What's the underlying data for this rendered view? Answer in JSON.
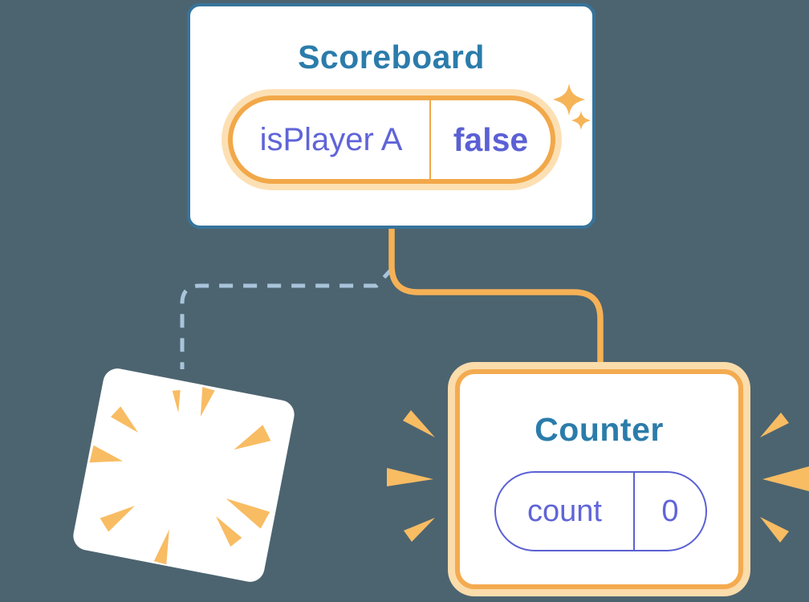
{
  "scoreboard": {
    "title": "Scoreboard",
    "state": {
      "key": "isPlayer A",
      "value": "false"
    }
  },
  "counter": {
    "title": "Counter",
    "state": {
      "key": "count",
      "value": "0"
    }
  },
  "icons": [
    "sparkle-icon",
    "explosion-burst-icon",
    "emphasis-burst-left-icon",
    "emphasis-burst-right-icon"
  ],
  "connections": {
    "active": "scoreboard-to-counter-solid-orange",
    "removed": "scoreboard-to-destroyed-dashed-blue"
  },
  "colors": {
    "background": "#4c6470",
    "card_background": "#ffffff",
    "card_border_blue": "#36749b",
    "title_blue": "#2b7cab",
    "state_purple": "#5b61d4",
    "highlight_orange": "#f2a849",
    "highlight_glow": "#fce0b4",
    "connector_orange": "#f6b156",
    "dashed_line_blue": "#a9c4da",
    "burst_orange": "#f8bc63"
  }
}
